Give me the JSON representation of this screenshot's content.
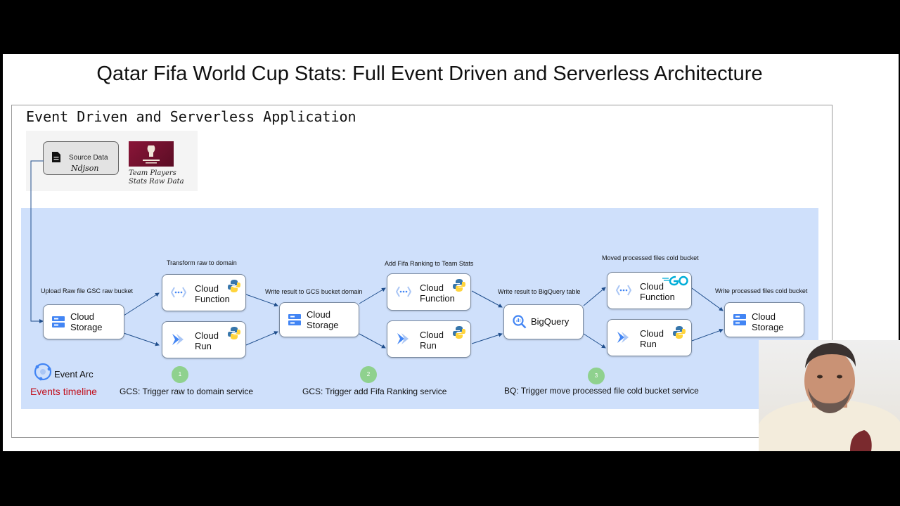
{
  "title": "Qatar Fifa World Cup Stats: Full Event Driven and Serverless Architecture",
  "frame_title": "Event Driven and Serverless Application",
  "source": {
    "label": "Source Data",
    "format": "Ndjson",
    "logo_caption_line1": "Team Players",
    "logo_caption_line2": "Stats Raw Data"
  },
  "nodes": {
    "storage_raw": {
      "line1": "Cloud",
      "line2": "Storage"
    },
    "fn_transform": {
      "line1": "Cloud",
      "line2": "Function"
    },
    "run_transform": {
      "line1": "Cloud",
      "line2": "Run"
    },
    "storage_domain": {
      "line1": "Cloud",
      "line2": "Storage"
    },
    "fn_ranking": {
      "line1": "Cloud",
      "line2": "Function"
    },
    "run_ranking": {
      "line1": "Cloud",
      "line2": "Run"
    },
    "bigquery": {
      "line1": "BigQuery"
    },
    "fn_move": {
      "line1": "Cloud",
      "line2": "Function"
    },
    "run_move": {
      "line1": "Cloud",
      "line2": "Run"
    },
    "storage_cold": {
      "line1": "Cloud",
      "line2": "Storage"
    }
  },
  "steps": {
    "upload": "Upload Raw file GSC raw bucket",
    "transform": "Transform raw to domain",
    "write_domain": "Write result to GCS bucket domain",
    "add_ranking": "Add Fifa Ranking to Team Stats",
    "write_bq": "Write result to BigQuery table",
    "moved": "Moved processed files cold bucket",
    "write_cold": "Write processed files cold bucket"
  },
  "events": {
    "eventarc_label": "Event Arc",
    "timeline_label": "Events timeline",
    "badges": [
      "1",
      "2",
      "3"
    ],
    "triggers": [
      "GCS: Trigger raw to domain service",
      "GCS: Trigger add Fifa Ranking service",
      "BQ: Trigger move processed file cold bucket service"
    ]
  },
  "colors": {
    "pipeline_bg": "#cfe0fb",
    "timeline_red": "#c1121f",
    "badge_green": "#8fd18e",
    "gcp_blue": "#4285f4",
    "go_cyan": "#00add8"
  }
}
